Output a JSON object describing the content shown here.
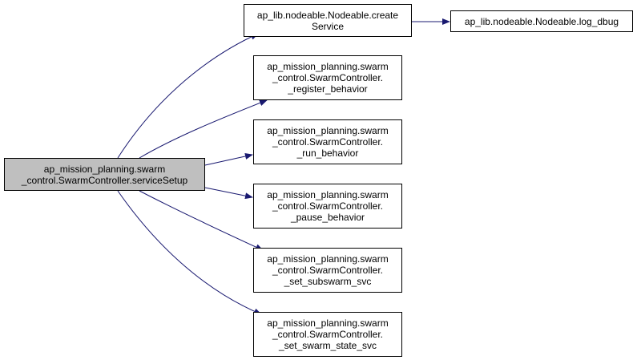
{
  "colors": {
    "edge": "#191970",
    "root_fill": "#bfbfbf",
    "node_fill": "#ffffff",
    "border": "#000000"
  },
  "nodes": {
    "root": {
      "label": "ap_mission_planning.swarm\n_control.SwarmController.serviceSetup"
    },
    "create_service": {
      "label": "ap_lib.nodeable.Nodeable.create\nService"
    },
    "log_dbug": {
      "label": "ap_lib.nodeable.Nodeable.log_dbug"
    },
    "register_behavior": {
      "label": "ap_mission_planning.swarm\n_control.SwarmController.\n_register_behavior"
    },
    "run_behavior": {
      "label": "ap_mission_planning.swarm\n_control.SwarmController.\n_run_behavior"
    },
    "pause_behavior": {
      "label": "ap_mission_planning.swarm\n_control.SwarmController.\n_pause_behavior"
    },
    "set_subswarm_svc": {
      "label": "ap_mission_planning.swarm\n_control.SwarmController.\n_set_subswarm_svc"
    },
    "set_swarm_state_svc": {
      "label": "ap_mission_planning.swarm\n_control.SwarmController.\n_set_swarm_state_svc"
    }
  },
  "edges": [
    {
      "from": "root",
      "to": "create_service"
    },
    {
      "from": "create_service",
      "to": "log_dbug"
    },
    {
      "from": "root",
      "to": "register_behavior"
    },
    {
      "from": "root",
      "to": "run_behavior"
    },
    {
      "from": "root",
      "to": "pause_behavior"
    },
    {
      "from": "root",
      "to": "set_subswarm_svc"
    },
    {
      "from": "root",
      "to": "set_swarm_state_svc"
    }
  ]
}
